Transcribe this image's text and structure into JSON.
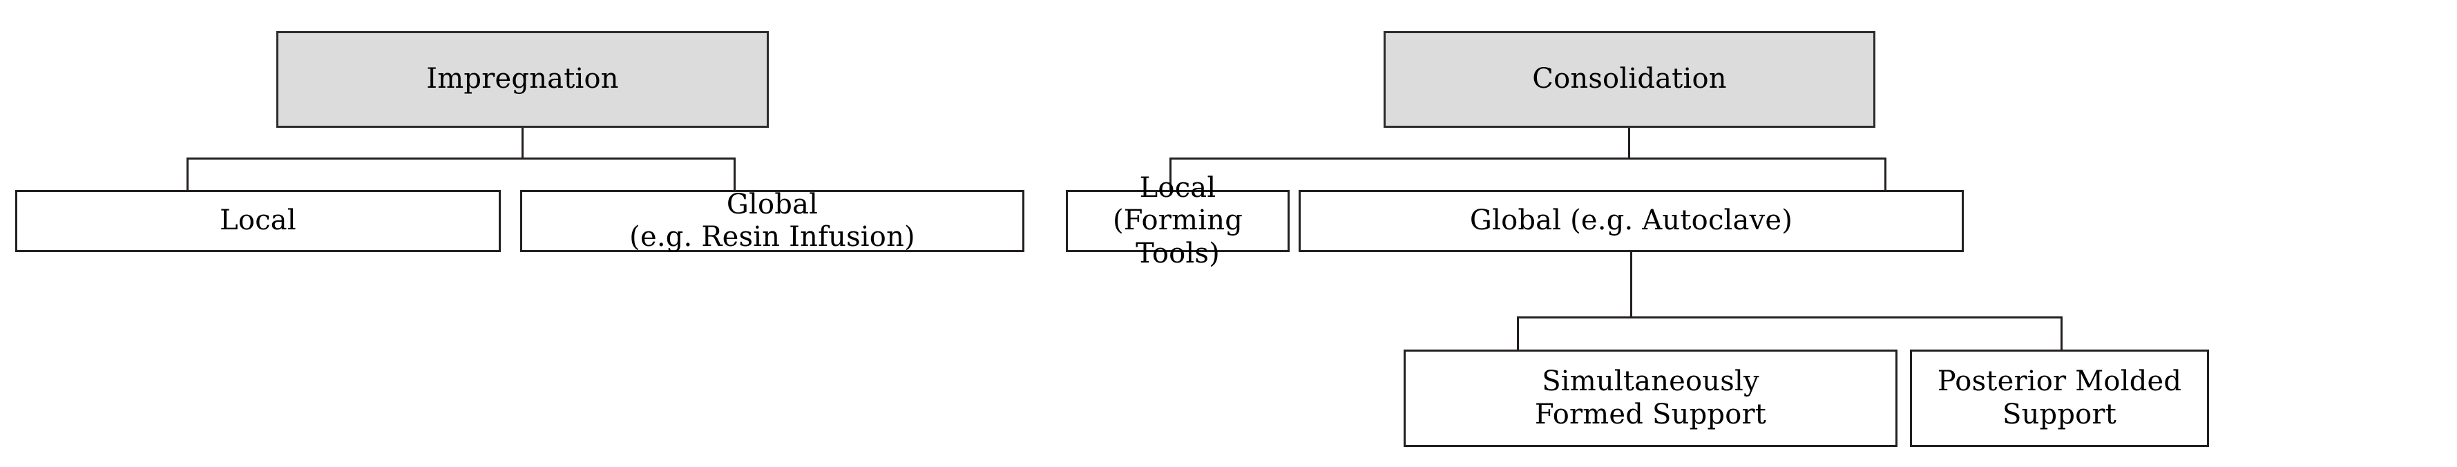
{
  "diagram": {
    "type": "tree-diagram",
    "title": "Impregnation and Consolidation classification",
    "colors": {
      "root_fill": "#dcdcdc",
      "node_fill": "#ffffff",
      "stroke": "#231f20",
      "text": "#000000",
      "background": "#ffffff"
    }
  },
  "trees": [
    {
      "name": "impregnation-tree",
      "root": {
        "label": "Impregnation"
      },
      "children": [
        {
          "label": "Local"
        },
        {
          "label": "Global\n(e.g. Resin Infusion)"
        }
      ]
    },
    {
      "name": "consolidation-tree",
      "root": {
        "label": "Consolidation"
      },
      "children": [
        {
          "label": "Local (Forming Tools)"
        },
        {
          "label": "Global (e.g. Autoclave)",
          "children": [
            {
              "label": "Simultaneously\nFormed Support"
            },
            {
              "label": "Posterior Molded\nSupport"
            }
          ]
        }
      ]
    }
  ],
  "nodes": {
    "impregnation": "Impregnation",
    "impregnation_local": "Local",
    "impregnation_global": "Global\n(e.g. Resin Infusion)",
    "consolidation": "Consolidation",
    "consolidation_local": "Local (Forming Tools)",
    "consolidation_global": "Global (e.g. Autoclave)",
    "simultaneously_formed_support": "Simultaneously\nFormed Support",
    "posterior_molded_support": "Posterior Molded\nSupport"
  }
}
